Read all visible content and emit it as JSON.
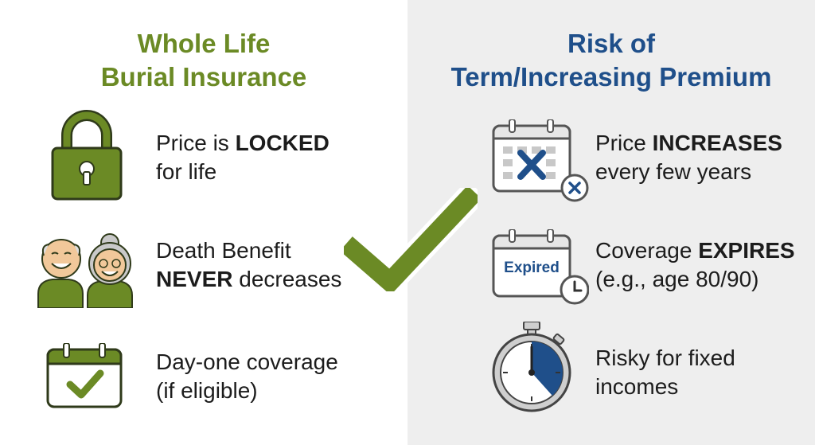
{
  "left_panel": {
    "title_line1": "Whole Life",
    "title_line2": "Burial Insurance",
    "items": [
      {
        "icon": "padlock-icon",
        "pre": "Price is ",
        "bold": "LOCKED",
        "post": "",
        "line2": "for life"
      },
      {
        "icon": "elderly-couple-icon",
        "line1": "Death Benefit",
        "bold": "NEVER",
        "post": " decreases"
      },
      {
        "icon": "calendar-check-icon",
        "line1": "Day-one coverage",
        "line2": "(if eligible)"
      }
    ]
  },
  "right_panel": {
    "title_line1": "Risk of",
    "title_line2": "Term/Increasing Premium",
    "items": [
      {
        "icon": "calendar-x-icon",
        "pre": "Price ",
        "bold": "INCREASES",
        "line2": "every few years"
      },
      {
        "icon": "expired-calendar-clock-icon",
        "badge": "Expired",
        "pre": "Coverage ",
        "bold": "EXPIRES",
        "line2": "(e.g., age 80/90)"
      },
      {
        "icon": "stopwatch-icon",
        "line1": "Risky for fixed",
        "line2": "incomes"
      }
    ]
  },
  "colors": {
    "green": "#6b8a25",
    "blue": "#1f4f8a",
    "right_bg": "#eeeeee"
  }
}
